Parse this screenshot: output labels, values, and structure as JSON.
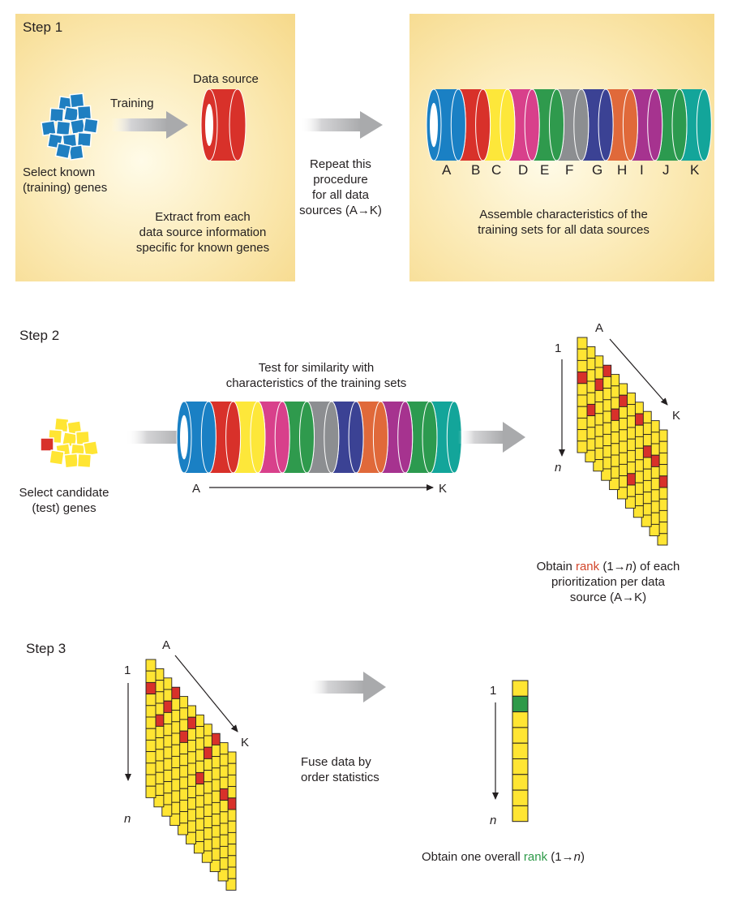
{
  "colors": {
    "panel_edge": "#f6d98a",
    "arrow_gray": "#a9aaac",
    "gene_blue": "#1f7fc1",
    "gene_yellow": "#ffe533",
    "gene_red": "#d8312a",
    "rank_green": "#2e9a49",
    "rank_red_text": "#d2462b"
  },
  "data_source_colors": [
    "#1a80c4",
    "#d8312a",
    "#fde73a",
    "#d8408b",
    "#2f9a4d",
    "#8c8e91",
    "#3b4294",
    "#e0693a",
    "#a6338f",
    "#2c9a4f",
    "#13a59a"
  ],
  "step1": {
    "label": "Step 1",
    "training_label": "Training",
    "data_source_label": "Data source",
    "select_known": [
      "Select known",
      "(training) genes"
    ],
    "extract": [
      "Extract from each",
      "data source information",
      "specific for known genes"
    ],
    "repeat": [
      "Repeat this",
      "procedure",
      "for all data",
      "sources (A→K)"
    ],
    "source_letters": [
      "A",
      "B",
      "C",
      "D",
      "E",
      "F",
      "G",
      "H",
      "I",
      "J",
      "K"
    ],
    "assemble": [
      "Assemble characteristics of the",
      "training sets for all data sources"
    ]
  },
  "step2": {
    "label": "Step 2",
    "test": [
      "Test for similarity with",
      "characteristics of the training sets"
    ],
    "select_candidate": [
      "Select candidate",
      "(test) genes"
    ],
    "axis_start": "A",
    "axis_end": "K",
    "grid_a": "A",
    "grid_k": "K",
    "grid_1": "1",
    "grid_n": "n",
    "obtain_prefix": "Obtain ",
    "obtain_rank": "rank",
    "obtain_paren_open": " (1→",
    "obtain_n": "n",
    "obtain_suffix": ") of each",
    "obtain_line2": "prioritization per data",
    "obtain_line3": "source (A→K)"
  },
  "step3": {
    "label": "Step 3",
    "grid_a": "A",
    "grid_k": "K",
    "grid_1": "1",
    "grid_n": "n",
    "fuse": [
      "Fuse data by",
      "order statistics"
    ],
    "col_1": "1",
    "col_n": "n",
    "obtain_prefix": "Obtain one overall ",
    "obtain_rank": "rank",
    "obtain_paren_open": " (1→",
    "obtain_n": "n",
    "obtain_suffix": ")"
  }
}
